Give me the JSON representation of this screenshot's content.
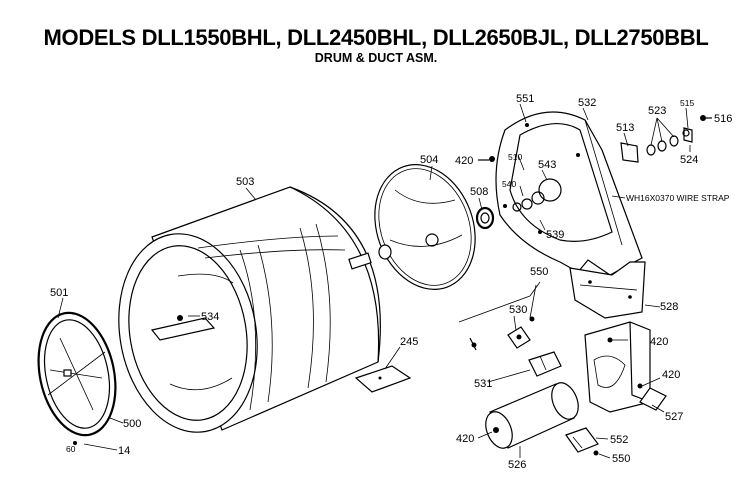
{
  "title": "MODELS DLL1550BHL, DLL2450BHL, DLL2650BJL, DLL2750BBL",
  "subtitle": "DRUM & DUCT ASM.",
  "parts": {
    "p14": "14",
    "p60": "60",
    "p245": "245",
    "p420a": "420",
    "p420b": "420",
    "p420c": "420",
    "p420d": "420",
    "p500": "500",
    "p501": "501",
    "p503": "503",
    "p504": "504",
    "p508": "508",
    "p510": "510",
    "p515": "515",
    "p516": "516",
    "p523": "523",
    "p524": "524",
    "p526": "526",
    "p527": "527",
    "p528": "528",
    "p530": "530",
    "p531": "531",
    "p532": "532",
    "p534": "534",
    "p539": "539",
    "p540": "540",
    "p543": "543",
    "p550a": "550",
    "p550b": "550",
    "p551": "551",
    "p552": "552",
    "p513": "513",
    "wire_strap": "WH16X0370 WIRE STRAP"
  }
}
